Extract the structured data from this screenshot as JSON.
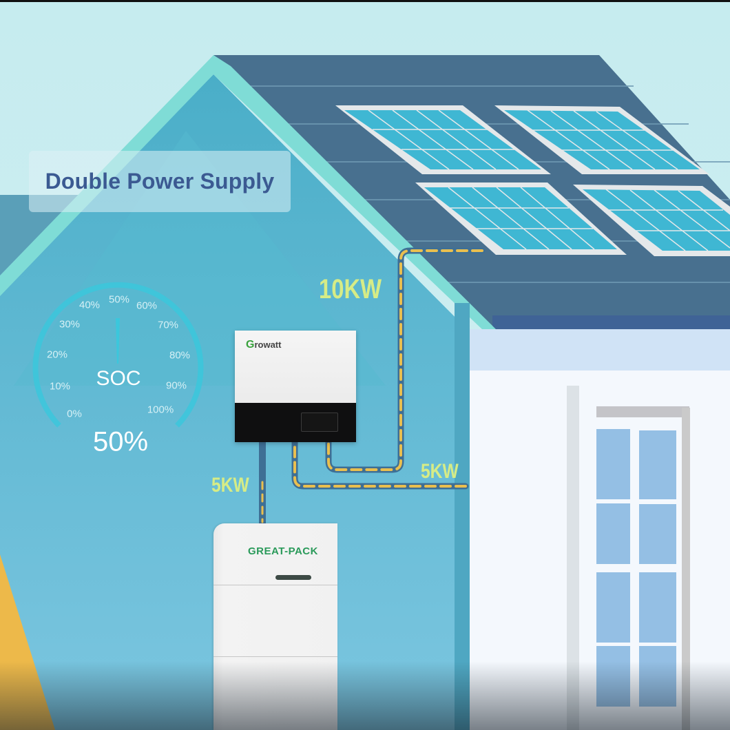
{
  "banner": {
    "title": "Double Power Supply"
  },
  "gauge": {
    "label": "SOC",
    "value": "50%",
    "ticks": [
      "0%",
      "10%",
      "20%",
      "30%",
      "40%",
      "50%",
      "60%",
      "70%",
      "80%",
      "90%",
      "100%"
    ]
  },
  "power_labels": {
    "solar_to_inverter": "10KW",
    "inverter_to_battery": "5KW",
    "inverter_to_house": "5KW"
  },
  "inverter": {
    "brand": "Growatt",
    "brand_initial": "G",
    "brand_rest": "rowatt"
  },
  "battery": {
    "brand": "GREAT-PACK"
  },
  "colors": {
    "sky": "#cdeef0",
    "wall": "#4fb6cf",
    "roof": "#48708f",
    "roof_trim": "#7fdcd6",
    "panel_cell": "#3fb7d3",
    "panel_frame": "#e4e8ea",
    "cable_yellow": "#e9bf4f",
    "cable_blue": "#3e6f95",
    "label_green": "#d6ec86",
    "title_blue": "#3b5a92",
    "window_glass": "#94bfe4",
    "accent_yellow": "#edb94a"
  }
}
